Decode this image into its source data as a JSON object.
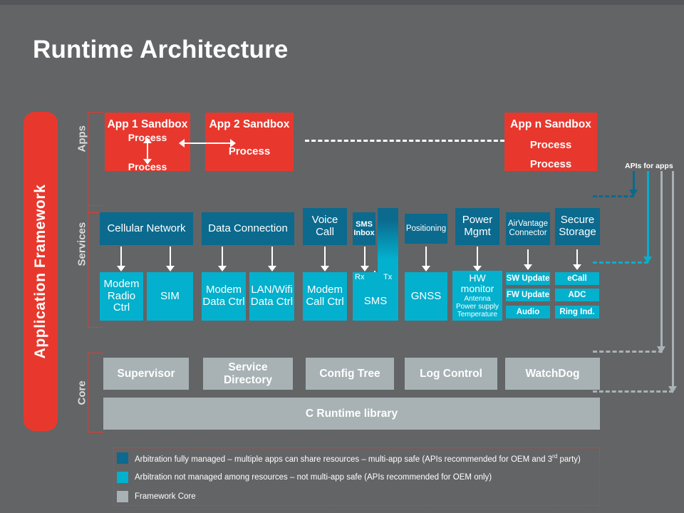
{
  "slide": {
    "title": "Runtime Architecture",
    "framework_label": "Application Framework"
  },
  "colors": {
    "background": "#636466",
    "red": "#e8382e",
    "dark_blue": "#0b6a8e",
    "cyan": "#03b0cd",
    "core_gray": "#a8b2b5",
    "white": "#ffffff"
  },
  "rows": {
    "apps_label": "Apps",
    "services_label": "Services",
    "core_label": "Core"
  },
  "apps": {
    "sandboxes": [
      {
        "title": "App 1 Sandbox",
        "processes": [
          "Process",
          "Process"
        ]
      },
      {
        "title": "App 2 Sandbox",
        "processes": [
          "Process"
        ]
      },
      {
        "title": "App n Sandbox",
        "processes": [
          "Process",
          "Process"
        ]
      }
    ]
  },
  "services": {
    "top_boxes": [
      {
        "label": "Cellular Network"
      },
      {
        "label": "Data Connection"
      },
      {
        "label": "Voice Call"
      },
      {
        "label": "SMS Inbox"
      },
      {
        "label": "Positioning"
      },
      {
        "label": "Power Mgmt"
      },
      {
        "label": "AirVantage Connector"
      },
      {
        "label": "Secure Storage"
      }
    ],
    "bottom_boxes": [
      {
        "label": "Modem Radio Ctrl"
      },
      {
        "label": "SIM"
      },
      {
        "label": "Modem Data Ctrl"
      },
      {
        "label": "LAN/Wifi Data Ctrl"
      },
      {
        "label": "Modem Call Ctrl"
      },
      {
        "label": "SMS"
      },
      {
        "label": "GNSS"
      }
    ],
    "sms": {
      "rx_label": "Rx",
      "tx_label": "Tx",
      "body_label": "SMS"
    },
    "hw_monitor": {
      "title": "HW monitor",
      "items": [
        "Antenna",
        "Power supply",
        "Temperature"
      ]
    },
    "chips": [
      {
        "label": "SW Update"
      },
      {
        "label": "eCall"
      },
      {
        "label": "FW Update"
      },
      {
        "label": "ADC"
      },
      {
        "label": "Audio"
      },
      {
        "label": "Ring Ind."
      }
    ]
  },
  "core": {
    "boxes": [
      {
        "label": "Supervisor"
      },
      {
        "label": "Service Directory"
      },
      {
        "label": "Config Tree"
      },
      {
        "label": "Log Control"
      },
      {
        "label": "WatchDog"
      }
    ],
    "runtime_library": "C Runtime library"
  },
  "api_arrows": {
    "label": "APIs for apps",
    "arrows": [
      {
        "color": "#0b6a8e"
      },
      {
        "color": "#03b0cd"
      },
      {
        "color": "#8f9a9e"
      },
      {
        "color": "#a8b2b5"
      }
    ]
  },
  "legend": {
    "rows": [
      {
        "swatch": "#0b6a8e",
        "text_before": "Arbitration fully managed – multiple apps can share resources – multi-app safe (APIs recommended for OEM and 3",
        "sup": "rd",
        "text_after": " party)"
      },
      {
        "swatch": "#03b0cd",
        "text_before": "Arbitration not managed among resources – not multi-app safe (APIs recommended for OEM only)",
        "sup": "",
        "text_after": ""
      },
      {
        "swatch": "#a8b2b5",
        "text_before": "Framework Core",
        "sup": "",
        "text_after": ""
      }
    ]
  }
}
